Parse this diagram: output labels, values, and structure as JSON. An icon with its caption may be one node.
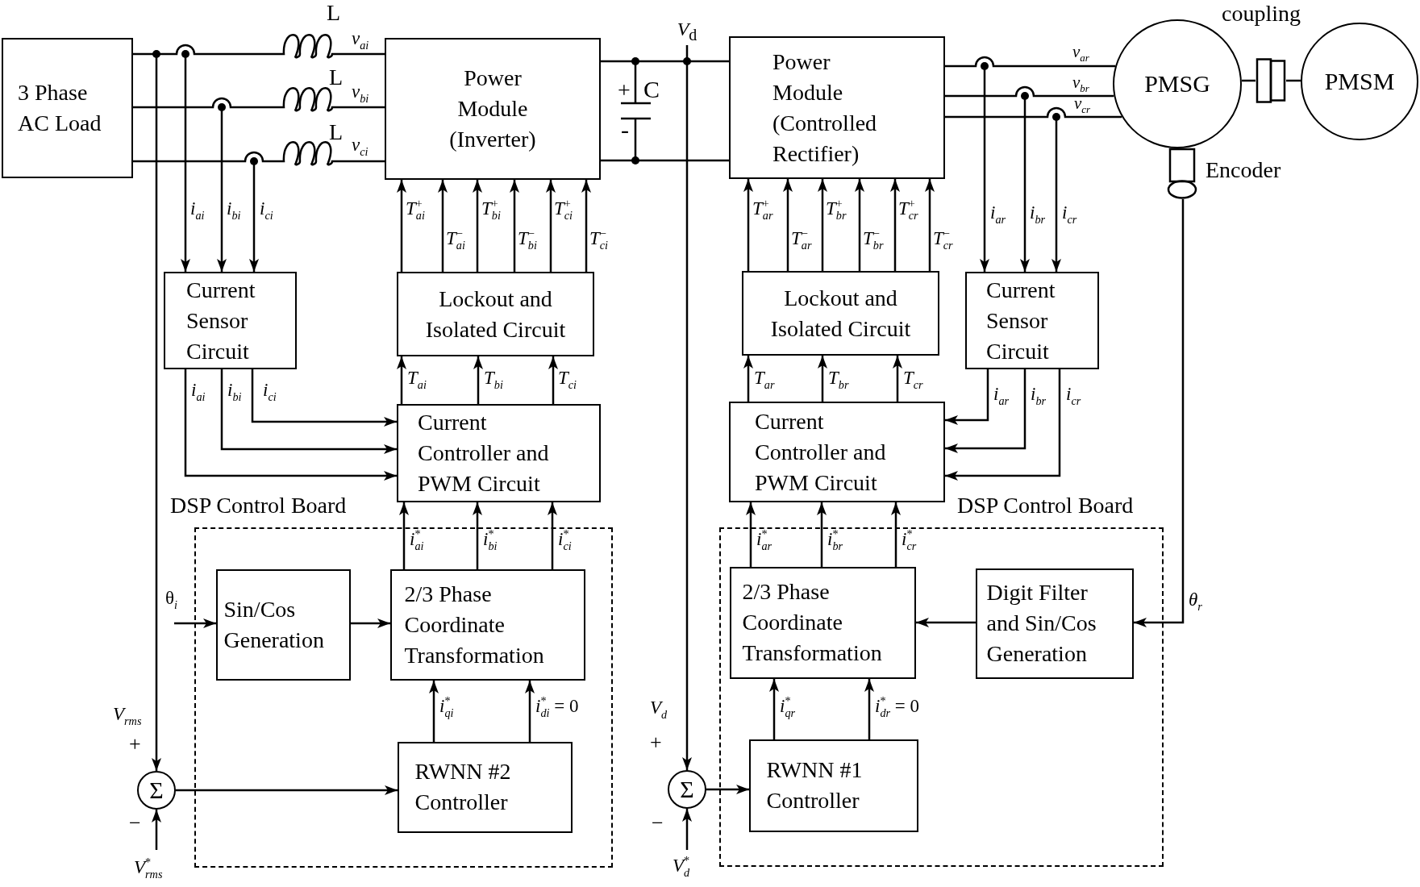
{
  "diagram": {
    "nodes": [
      {
        "text": [
          "3 Phase AC Load"
        ]
      },
      {
        "text": [
          "Power Module (Inverter)"
        ]
      },
      {
        "text": [
          "Power Module (Controlled Rectifier)"
        ]
      },
      {
        "text": [
          "PMSG"
        ]
      },
      {
        "text": [
          "PMSM"
        ]
      },
      {
        "text": [
          "Encoder"
        ]
      },
      {
        "text": [
          "Current Sensor Circuit"
        ]
      },
      {
        "text": [
          "Lockout and Isolated Circuit"
        ]
      },
      {
        "text": [
          "Current Controller and PWM Circuit"
        ]
      },
      {
        "text": [
          "Lockout and Isolated Circuit"
        ]
      },
      {
        "text": [
          "Current Sensor Circuit"
        ]
      },
      {
        "text": [
          "Current Controller and PWM Circuit"
        ]
      },
      {
        "text": [
          "DSP Control Board"
        ]
      },
      {
        "text": [
          "DSP Control Board"
        ]
      },
      {
        "text": [
          "Sin/Cos Generation"
        ],
        "in": 12
      },
      {
        "text": [
          "2/3 Phase Coordinate Transformation"
        ],
        "in": 12
      },
      {
        "text": [
          "RWNN #2 Controller"
        ],
        "in": 12
      },
      {
        "text": [
          "2/3 Phase Coordinate Transformation"
        ],
        "in": 13
      },
      {
        "text": [
          "Digit Filter and Sin/Cos Generation"
        ],
        "in": 13
      },
      {
        "text": [
          "RWNN #1 Controller"
        ],
        "in": 13
      },
      {
        "text": [
          "Σ"
        ]
      },
      {
        "text": [
          "Σ"
        ]
      },
      {
        "text": [
          "*V*$_{d}$"
        ]
      },
      {
        "text": [
          "coupling"
        ]
      }
    ],
    "edges": [
      {
        "from": 0,
        "to": 1,
        "arrow": "none",
        "label": "*v*$_{ai}$"
      },
      {
        "from": 0,
        "to": 1,
        "arrow": "none",
        "label": "*v*$_{bi}$"
      },
      {
        "from": 0,
        "to": 1,
        "arrow": "none",
        "label": "*v*$_{ci}$"
      },
      {
        "from": 1,
        "to": 2,
        "arrow": "none"
      },
      {
        "from": 1,
        "to": 2,
        "arrow": "none"
      },
      {
        "from": 2,
        "to": 3,
        "arrow": "none",
        "label": "*v*$_{ar}$"
      },
      {
        "from": 2,
        "to": 3,
        "arrow": "none",
        "label": "*v*$_{br}$"
      },
      {
        "from": 2,
        "to": 3,
        "arrow": "none",
        "label": "*v*$_{cr}$"
      },
      {
        "from": 3,
        "to": 23,
        "arrow": "none"
      },
      {
        "from": null,
        "to": 6,
        "arrow": "to",
        "label": "*i*$_{ai}$"
      },
      {
        "from": null,
        "to": 6,
        "arrow": "to",
        "label": "*i*$_{bi}$"
      },
      {
        "from": null,
        "to": 6,
        "arrow": "to",
        "label": "*i*$_{ci}$"
      },
      {
        "from": 6,
        "to": 8,
        "arrow": "to",
        "label": "*i*$_{ai}$"
      },
      {
        "from": 6,
        "to": 8,
        "arrow": "to",
        "label": "*i*$_{bi}$"
      },
      {
        "from": 6,
        "to": 8,
        "arrow": "to",
        "label": "*i*$_{ci}$"
      },
      {
        "from": 7,
        "to": 1,
        "arrow": "to",
        "label": "*T*$^{+}$$_{ai}$"
      },
      {
        "from": 7,
        "to": 1,
        "arrow": "to",
        "label": "*T*$^{−}$$_{ai}$"
      },
      {
        "from": 7,
        "to": 1,
        "arrow": "to",
        "label": "*T*$^{+}$$_{bi}$"
      },
      {
        "from": 7,
        "to": 1,
        "arrow": "to",
        "label": "*T*$^{−}$$_{bi}$"
      },
      {
        "from": 7,
        "to": 1,
        "arrow": "to",
        "label": "*T*$^{+}$$_{ci}$"
      },
      {
        "from": 7,
        "to": 1,
        "arrow": "to",
        "label": "*T*$^{−}$$_{ci}$"
      },
      {
        "from": 8,
        "to": 7,
        "arrow": "to",
        "label": "*T*$_{ai}$"
      },
      {
        "from": 8,
        "to": 7,
        "arrow": "to",
        "label": "*T*$_{bi}$"
      },
      {
        "from": 8,
        "to": 7,
        "arrow": "to",
        "label": "*T*$_{ci}$"
      },
      {
        "from": 15,
        "to": 8,
        "arrow": "to",
        "label": "*i*$^{*}$$_{ai}$"
      },
      {
        "from": 15,
        "to": 8,
        "arrow": "to",
        "label": "*i*$^{*}$$_{bi}$"
      },
      {
        "from": 15,
        "to": 8,
        "arrow": "to",
        "label": "*i*$^{*}$$_{ci}$"
      },
      {
        "from": 14,
        "to": 15,
        "arrow": "to"
      },
      {
        "from": null,
        "to": 14,
        "arrow": "to",
        "label": "θ$_{i}$"
      },
      {
        "from": 16,
        "to": 15,
        "arrow": "to",
        "label": "*i*$^{*}$$_{qi}$"
      },
      {
        "from": 16,
        "to": 15,
        "arrow": "to",
        "label": "*i*$^{*}$$_{di}$ = 0"
      },
      {
        "from": 20,
        "to": 16,
        "arrow": "to"
      },
      {
        "from": null,
        "to": 20,
        "arrow": "to",
        "label": "*V*$_{rms}$"
      },
      {
        "from": null,
        "to": 20,
        "arrow": "to",
        "label": "*V*$^{*}$$_{rms}$"
      },
      {
        "from": 9,
        "to": 2,
        "arrow": "to",
        "label": "*T*$^{+}$$_{ar}$"
      },
      {
        "from": 9,
        "to": 2,
        "arrow": "to",
        "label": "*T*$^{−}$$_{ar}$"
      },
      {
        "from": 9,
        "to": 2,
        "arrow": "to",
        "label": "*T*$^{+}$$_{br}$"
      },
      {
        "from": 9,
        "to": 2,
        "arrow": "to",
        "label": "*T*$^{−}$$_{br}$"
      },
      {
        "from": 9,
        "to": 2,
        "arrow": "to",
        "label": "*T*$^{+}$$_{cr}$"
      },
      {
        "from": 9,
        "to": 2,
        "arrow": "to",
        "label": "*T*$^{−}$$_{cr}$"
      },
      {
        "from": 11,
        "to": 9,
        "arrow": "to",
        "label": "*T*$_{ar}$"
      },
      {
        "from": 11,
        "to": 9,
        "arrow": "to",
        "label": "*T*$_{br}$"
      },
      {
        "from": 11,
        "to": 9,
        "arrow": "to",
        "label": "*T*$_{cr}$"
      },
      {
        "from": null,
        "to": 10,
        "arrow": "to",
        "label": "*i*$_{ar}$"
      },
      {
        "from": null,
        "to": 10,
        "arrow": "to",
        "label": "*i*$_{br}$"
      },
      {
        "from": null,
        "to": 10,
        "arrow": "to",
        "label": "*i*$_{cr}$"
      },
      {
        "from": 10,
        "to": 11,
        "arrow": "to",
        "label": "*i*$_{ar}$"
      },
      {
        "from": 10,
        "to": 11,
        "arrow": "to",
        "label": "*i*$_{br}$"
      },
      {
        "from": 10,
        "to": 11,
        "arrow": "to",
        "label": "*i*$_{cr}$"
      },
      {
        "from": 17,
        "to": 11,
        "arrow": "to",
        "label": "*i*$^{*}$$_{ar}$"
      },
      {
        "from": 17,
        "to": 11,
        "arrow": "to",
        "label": "*i*$^{*}$$_{br}$"
      },
      {
        "from": 17,
        "to": 11,
        "arrow": "to",
        "label": "*i*$^{*}$$_{cr}$"
      },
      {
        "from": 18,
        "to": 17,
        "arrow": "to"
      },
      {
        "from": 5,
        "to": 18,
        "arrow": "to",
        "label": "*θ*$_{r}$"
      },
      {
        "from": 19,
        "to": 17,
        "arrow": "to",
        "label": "*i*$^{*}$$_{qr}$"
      },
      {
        "from": 19,
        "to": 17,
        "arrow": "to",
        "label": "*i*$^{*}$$_{dr}$ = 0"
      },
      {
        "from": 21,
        "to": 19,
        "arrow": "to"
      },
      {
        "from": 22,
        "to": 21,
        "arrow": "to",
        "label": "*V*$_{d}$"
      },
      {
        "from": null,
        "to": 21,
        "arrow": "to",
        "label": "*V*$^{*}$$_{d}$"
      },
      {
        "from": 23,
        "to": 4,
        "arrow": "none"
      }
    ],
    "labels": [
      "L",
      "L",
      "L",
      "+",
      "C",
      "-",
      "+",
      "−",
      "+",
      "−"
    ]
  }
}
